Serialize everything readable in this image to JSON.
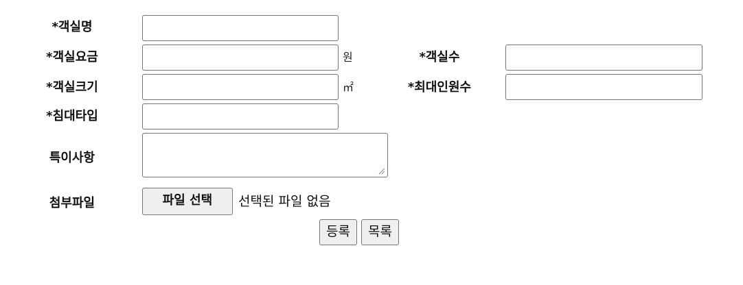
{
  "form": {
    "fields": {
      "room_name": {
        "label": "*객실명",
        "value": ""
      },
      "room_rate": {
        "label": "*객실요금",
        "value": "",
        "unit": "원"
      },
      "room_count": {
        "label": "*객실수",
        "value": ""
      },
      "room_size": {
        "label": "*객실크기",
        "value": "",
        "unit": "㎡"
      },
      "max_guests": {
        "label": "*최대인원수",
        "value": ""
      },
      "bed_type": {
        "label": "*침대타입",
        "value": ""
      },
      "remarks": {
        "label": "특이사항",
        "value": ""
      },
      "attachment": {
        "label": "첨부파일",
        "button_label": "파일 선택",
        "status": "선택된 파일 없음"
      }
    },
    "buttons": {
      "register": "등록",
      "list": "목록"
    }
  }
}
